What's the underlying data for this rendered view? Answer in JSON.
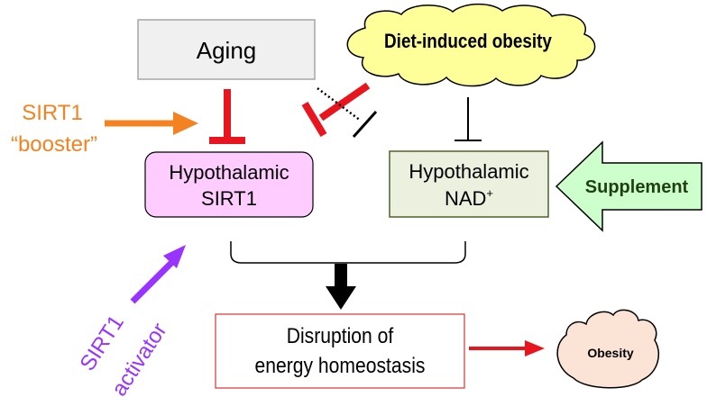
{
  "nodes": {
    "aging": "Aging",
    "diet_obesity": "Diet-induced obesity",
    "sirt1_line1": "Hypothalamic",
    "sirt1_line2": "SIRT1",
    "nad_line1": "Hypothalamic",
    "nad_base": "NAD",
    "nad_sup": "+",
    "disruption_line1": "Disruption of",
    "disruption_line2": "energy homeostasis",
    "obesity": "Obesity"
  },
  "interventions": {
    "booster_line1": "SIRT1",
    "booster_line2": "“booster”",
    "activator_line1": "SIRT1",
    "activator_line2": "activator",
    "supplement": "Supplement"
  },
  "colors": {
    "aging_fill": "#f0f0f0",
    "aging_border": "#a6a6a6",
    "cloud_fill": "#ffff99",
    "sirt1_fill": "#ffccff",
    "nad_fill": "#ebf1de",
    "nad_border": "#4f6228",
    "disruption_border": "#e04040",
    "obesity_fill": "#fbe4d5",
    "booster": "#f58220",
    "activator": "#9933ff",
    "supplement_fill": "#ccffcc",
    "supplement_text": "#1f3f12",
    "inhibition_red": "#e8141e",
    "arrow_red": "#e8141e",
    "arrow_black": "#000000"
  }
}
